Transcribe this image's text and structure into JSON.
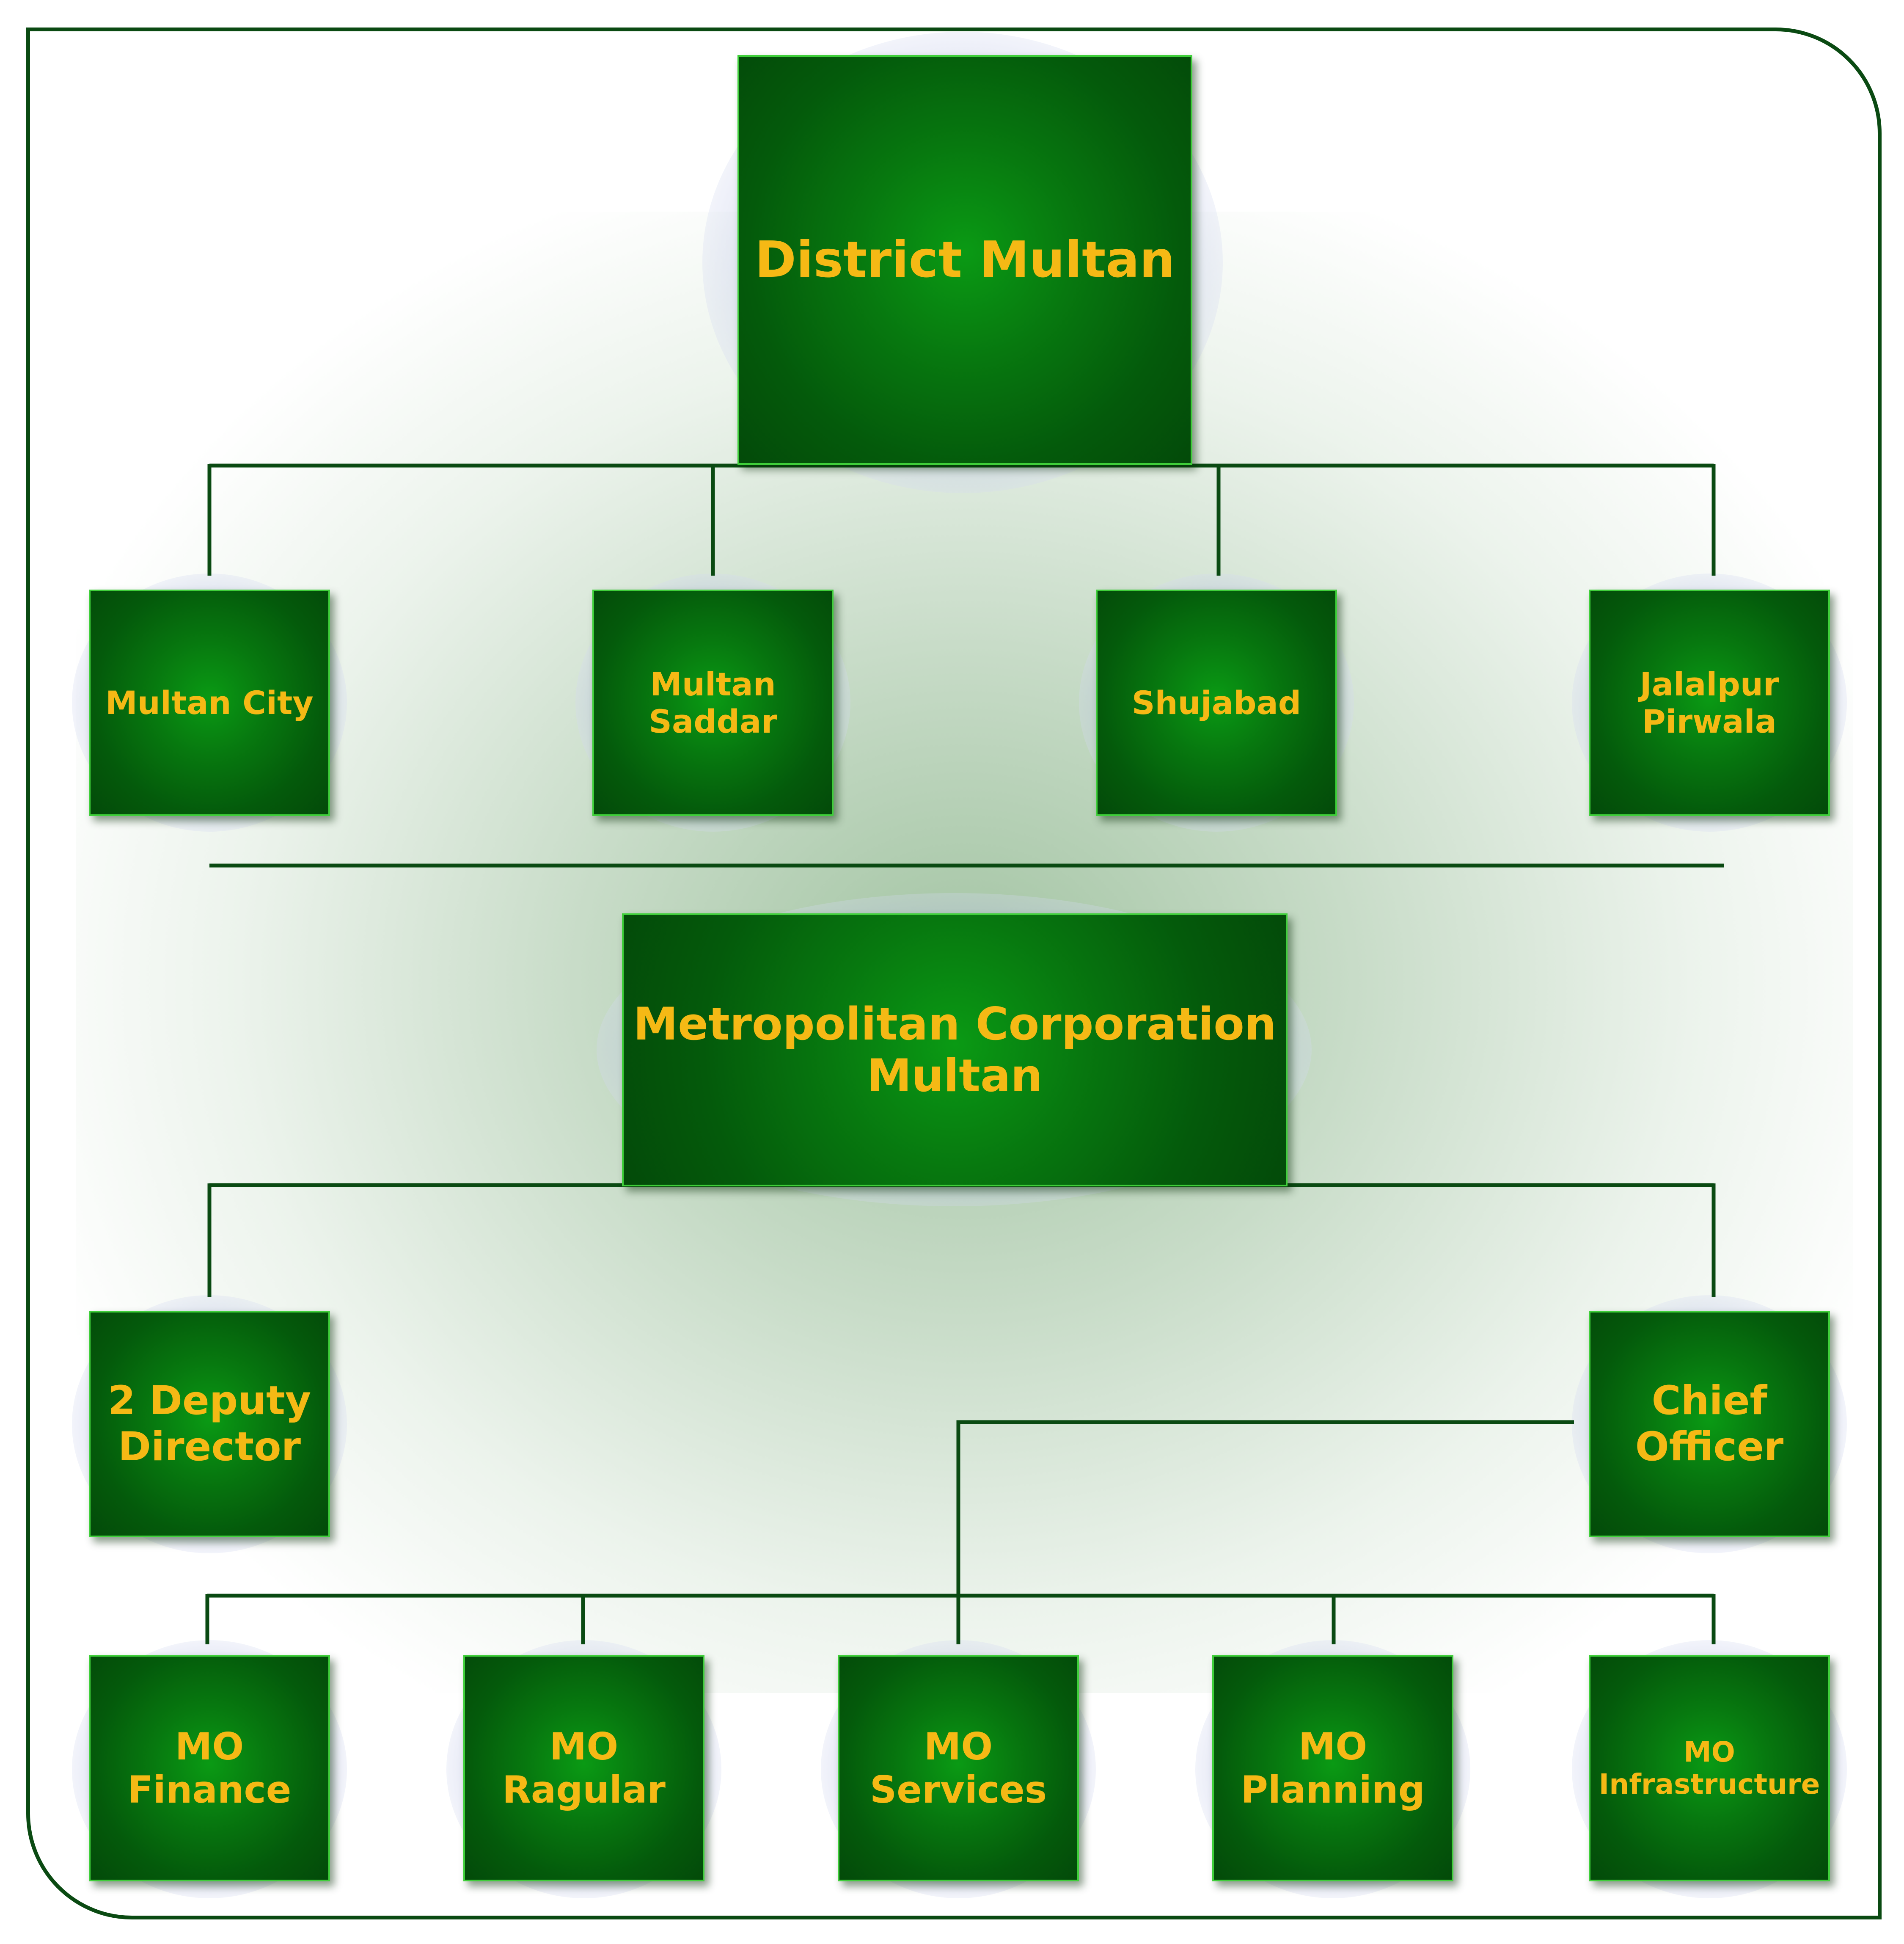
{
  "colors": {
    "box_fill": "#067a10",
    "box_border": "#3fcf3a",
    "text": "#f5b915",
    "line": "#0a4a12",
    "halo": "#c3c8ea"
  },
  "top": {
    "label": "District Multan"
  },
  "tehsils": [
    {
      "label": "Multan City"
    },
    {
      "label": "Multan\nSaddar"
    },
    {
      "label": "Shujabad"
    },
    {
      "label": "Jalalpur\nPirwala"
    }
  ],
  "metro": {
    "label": "Metropolitan Corporation\nMultan"
  },
  "deputy": {
    "label": "2 Deputy\nDirector"
  },
  "chief": {
    "label": "Chief\nOfficer"
  },
  "mo": [
    {
      "label": "MO\nFinance"
    },
    {
      "label": "MO\nRagular"
    },
    {
      "label": "MO\nServices"
    },
    {
      "label": "MO\nPlanning"
    },
    {
      "label": "MO\nInfrastructure"
    }
  ]
}
